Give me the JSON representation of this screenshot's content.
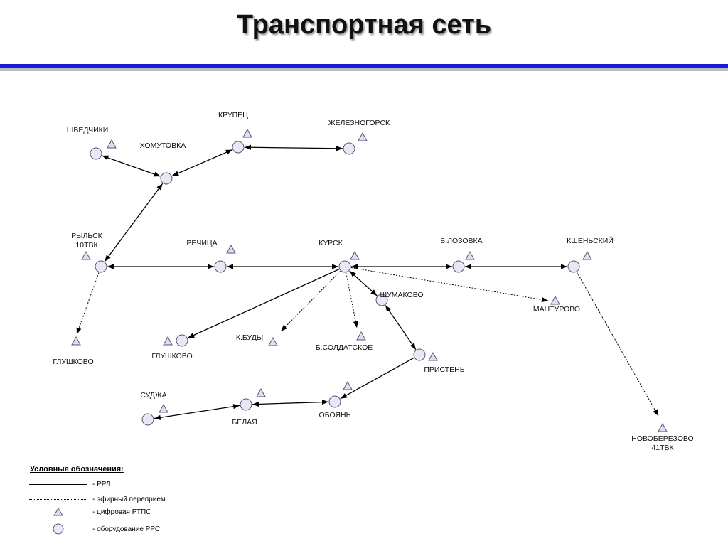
{
  "title": "Транспортная сеть",
  "nodes": [
    {
      "id": "shvedchiki",
      "label": "ШВЕДЧИКИ"
    },
    {
      "id": "khomutovka",
      "label": "ХОМУТОВКА"
    },
    {
      "id": "krupets",
      "label": "КРУПЕЦ"
    },
    {
      "id": "zheleznogorsk",
      "label": "ЖЕЛЕЗНОГОРСК"
    },
    {
      "id": "rylsk",
      "label": "РЫЛЬСК\n10ТВК"
    },
    {
      "id": "rechitsa",
      "label": "РЕЧИЦА"
    },
    {
      "id": "kursk",
      "label": "КУРСК"
    },
    {
      "id": "blozovka",
      "label": "Б.ЛОЗОВКА"
    },
    {
      "id": "ksheński",
      "label": "КШЕНЬСКИЙ"
    },
    {
      "id": "shumakovo",
      "label": "ШУМАКОВО"
    },
    {
      "id": "manturovo",
      "label": "МАНТУРОВО"
    },
    {
      "id": "glushkovo1",
      "label": "ГЛУШКОВО"
    },
    {
      "id": "glushkovo2",
      "label": "ГЛУШКОВО"
    },
    {
      "id": "kbudy",
      "label": "К.БУДЫ"
    },
    {
      "id": "bsoldatskoe",
      "label": "Б.СОЛДАТСКОЕ"
    },
    {
      "id": "pristen",
      "label": "ПРИСТЕНЬ"
    },
    {
      "id": "sudzha",
      "label": "СУДЖА"
    },
    {
      "id": "belaya",
      "label": "БЕЛАЯ"
    },
    {
      "id": "oboyan",
      "label": "ОБОЯНЬ"
    },
    {
      "id": "novoberezovo",
      "label": "НОВОБЕРЕЗОВО\n41ТВК"
    }
  ],
  "links": [
    {
      "from": "shvedchiki",
      "to": "khomutovka",
      "type": "rrl"
    },
    {
      "from": "khomutovka",
      "to": "krupets",
      "type": "rrl"
    },
    {
      "from": "krupets",
      "to": "zheleznogorsk",
      "type": "rrl"
    },
    {
      "from": "khomutovka",
      "to": "rylsk",
      "type": "rrl"
    },
    {
      "from": "rylsk",
      "to": "rechitsa",
      "type": "rrl"
    },
    {
      "from": "rechitsa",
      "to": "kursk",
      "type": "rrl"
    },
    {
      "from": "kursk",
      "to": "blozovka",
      "type": "rrl"
    },
    {
      "from": "blozovka",
      "to": "ksheński",
      "type": "rrl"
    },
    {
      "from": "kursk",
      "to": "shumakovo",
      "type": "rrl"
    },
    {
      "from": "kursk",
      "to": "glushkovo2",
      "type": "rrl"
    },
    {
      "from": "shumakovo",
      "to": "pristen",
      "type": "rrl"
    },
    {
      "from": "pristen",
      "to": "oboyan",
      "type": "rrl"
    },
    {
      "from": "oboyan",
      "to": "belaya",
      "type": "rrl"
    },
    {
      "from": "belaya",
      "to": "sudzha",
      "type": "rrl"
    },
    {
      "from": "rylsk",
      "to": "glushkovo1",
      "type": "air"
    },
    {
      "from": "kursk",
      "to": "kbudy",
      "type": "air"
    },
    {
      "from": "kursk",
      "to": "bsoldatskoe",
      "type": "air"
    },
    {
      "from": "kursk",
      "to": "manturovo",
      "type": "air"
    },
    {
      "from": "ksheński",
      "to": "novoberezovo",
      "type": "air"
    }
  ],
  "legend": {
    "title": "Условные обозначения:",
    "rrl": "- РРЛ",
    "air": "- эфирный переприем",
    "rtps": "- цифровая РТПС",
    "rrs": "- оборудование РРС"
  },
  "colors": {
    "node_fill": "#e6e8f4",
    "node_stroke": "#555577",
    "triangle_fill": "#dcdff0",
    "rule_blue": "#1a1adb"
  }
}
